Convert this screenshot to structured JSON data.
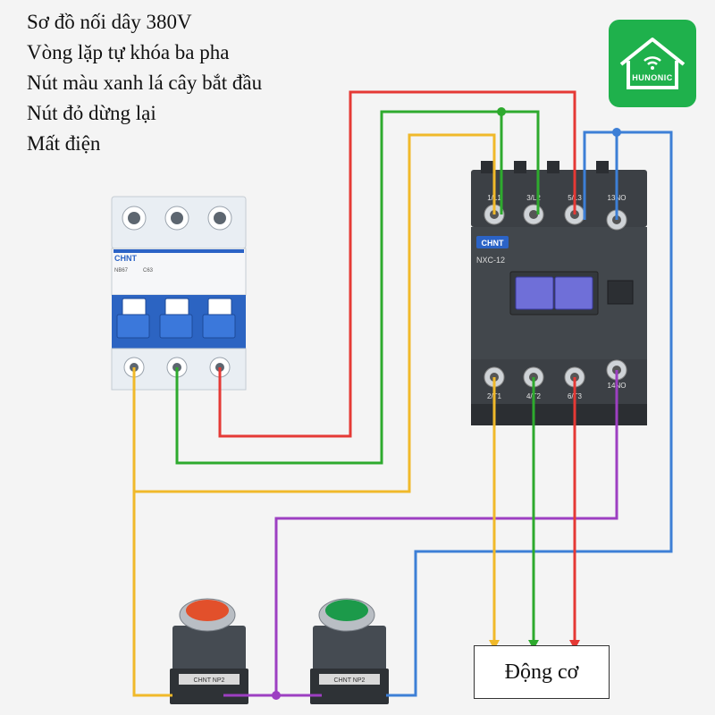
{
  "caption": {
    "line1": "Sơ đồ nối dây 380V",
    "line2": "Vòng lặp tự khóa ba pha",
    "line3": "Nút màu xanh lá cây bắt đầu",
    "line4": "Nút đỏ dừng lại",
    "line5": "Mất điện"
  },
  "logo": {
    "text": "HUNONIC",
    "color": "#1fb14c"
  },
  "breaker": {
    "brand": "CHNT",
    "model": "NB67",
    "rating": "C63"
  },
  "contactor": {
    "brand": "CHNT",
    "model": "NXC-12",
    "top_terminals": [
      "1/L1",
      "3/L2",
      "5/L3",
      "13NO"
    ],
    "bottom_terminals": [
      "2/T1",
      "4/T2",
      "6/T3",
      "14NO"
    ]
  },
  "buttons": {
    "stop_color": "#e2502b",
    "start_color": "#1c9a4a",
    "body_label": "CHNT NP2"
  },
  "motor": {
    "label": "Động cơ"
  },
  "wire_colors": {
    "red": "#e53935",
    "green": "#2eaa2e",
    "yellow": "#f0b92a",
    "blue": "#3d7fd6",
    "purple": "#9d3fc2"
  }
}
